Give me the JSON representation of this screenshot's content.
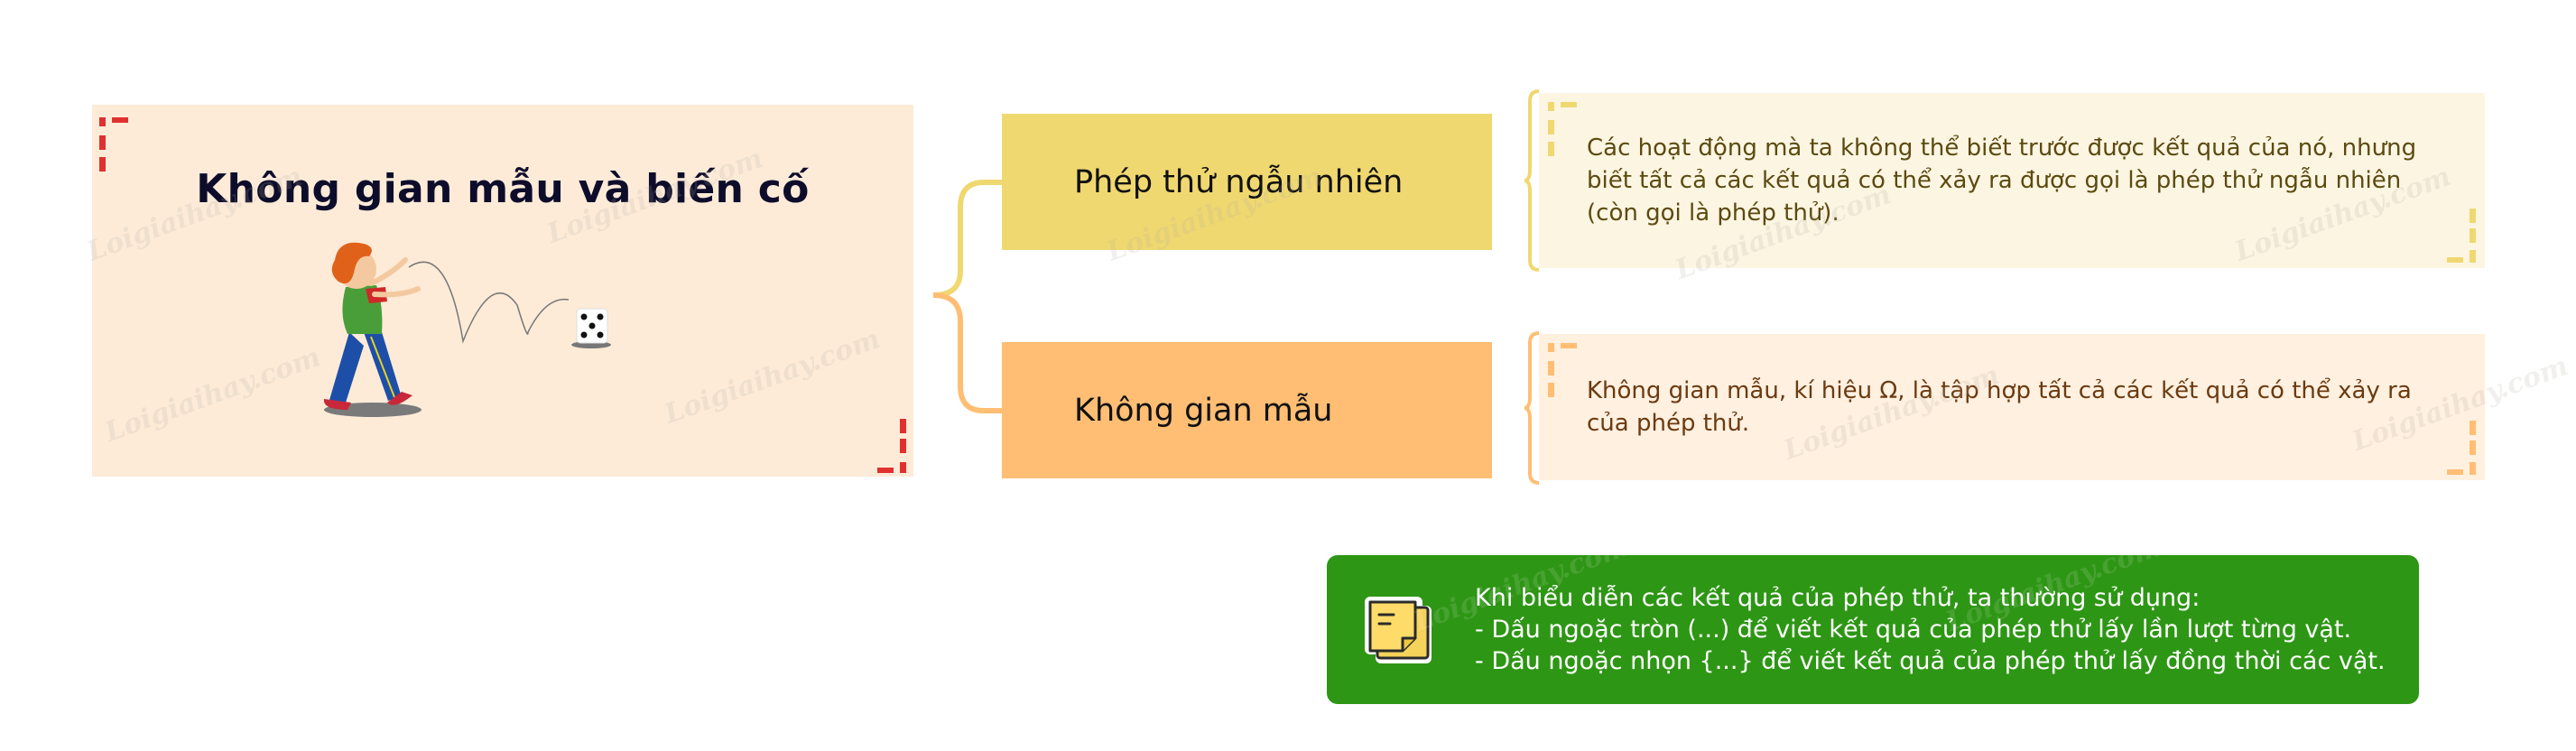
{
  "title_card": {
    "title": "Không gian mẫu và biến cố",
    "illustration": "boy-rolling-dice",
    "corner_color": "#e03030",
    "background": "#fdebd8"
  },
  "topics": [
    {
      "label": "Phép thử ngẫu nhiên",
      "color": "#f0d870",
      "description": "Các hoạt động mà ta không thể biết trước được kết quả của nó, nhưng biết tất cả các kết quả có thể xảy ra được gọi là phép thử ngẫu nhiên (còn gọi là phép thử).",
      "description_bg": "#fcf5e2"
    },
    {
      "label": "Không gian mẫu",
      "color": "#ffbe73",
      "description": "Không gian mẫu, kí hiệu Ω, là tập hợp tất cả các kết quả có thể xảy ra của phép thử.",
      "description_bg": "#fff0e0"
    }
  ],
  "note": {
    "icon": "sticky-note-icon",
    "background": "#2e9615",
    "lines": [
      "Khi biểu diễn các kết quả của phép thử, ta thường sử dụng:",
      "- Dấu ngoặc tròn (...) để viết kết quả của phép thử lấy lần lượt từng vật.",
      "- Dấu ngoặc nhọn {...} để viết kết quả của phép thử lấy đồng thời các vật."
    ]
  },
  "watermark": "Loigiaihay.com"
}
